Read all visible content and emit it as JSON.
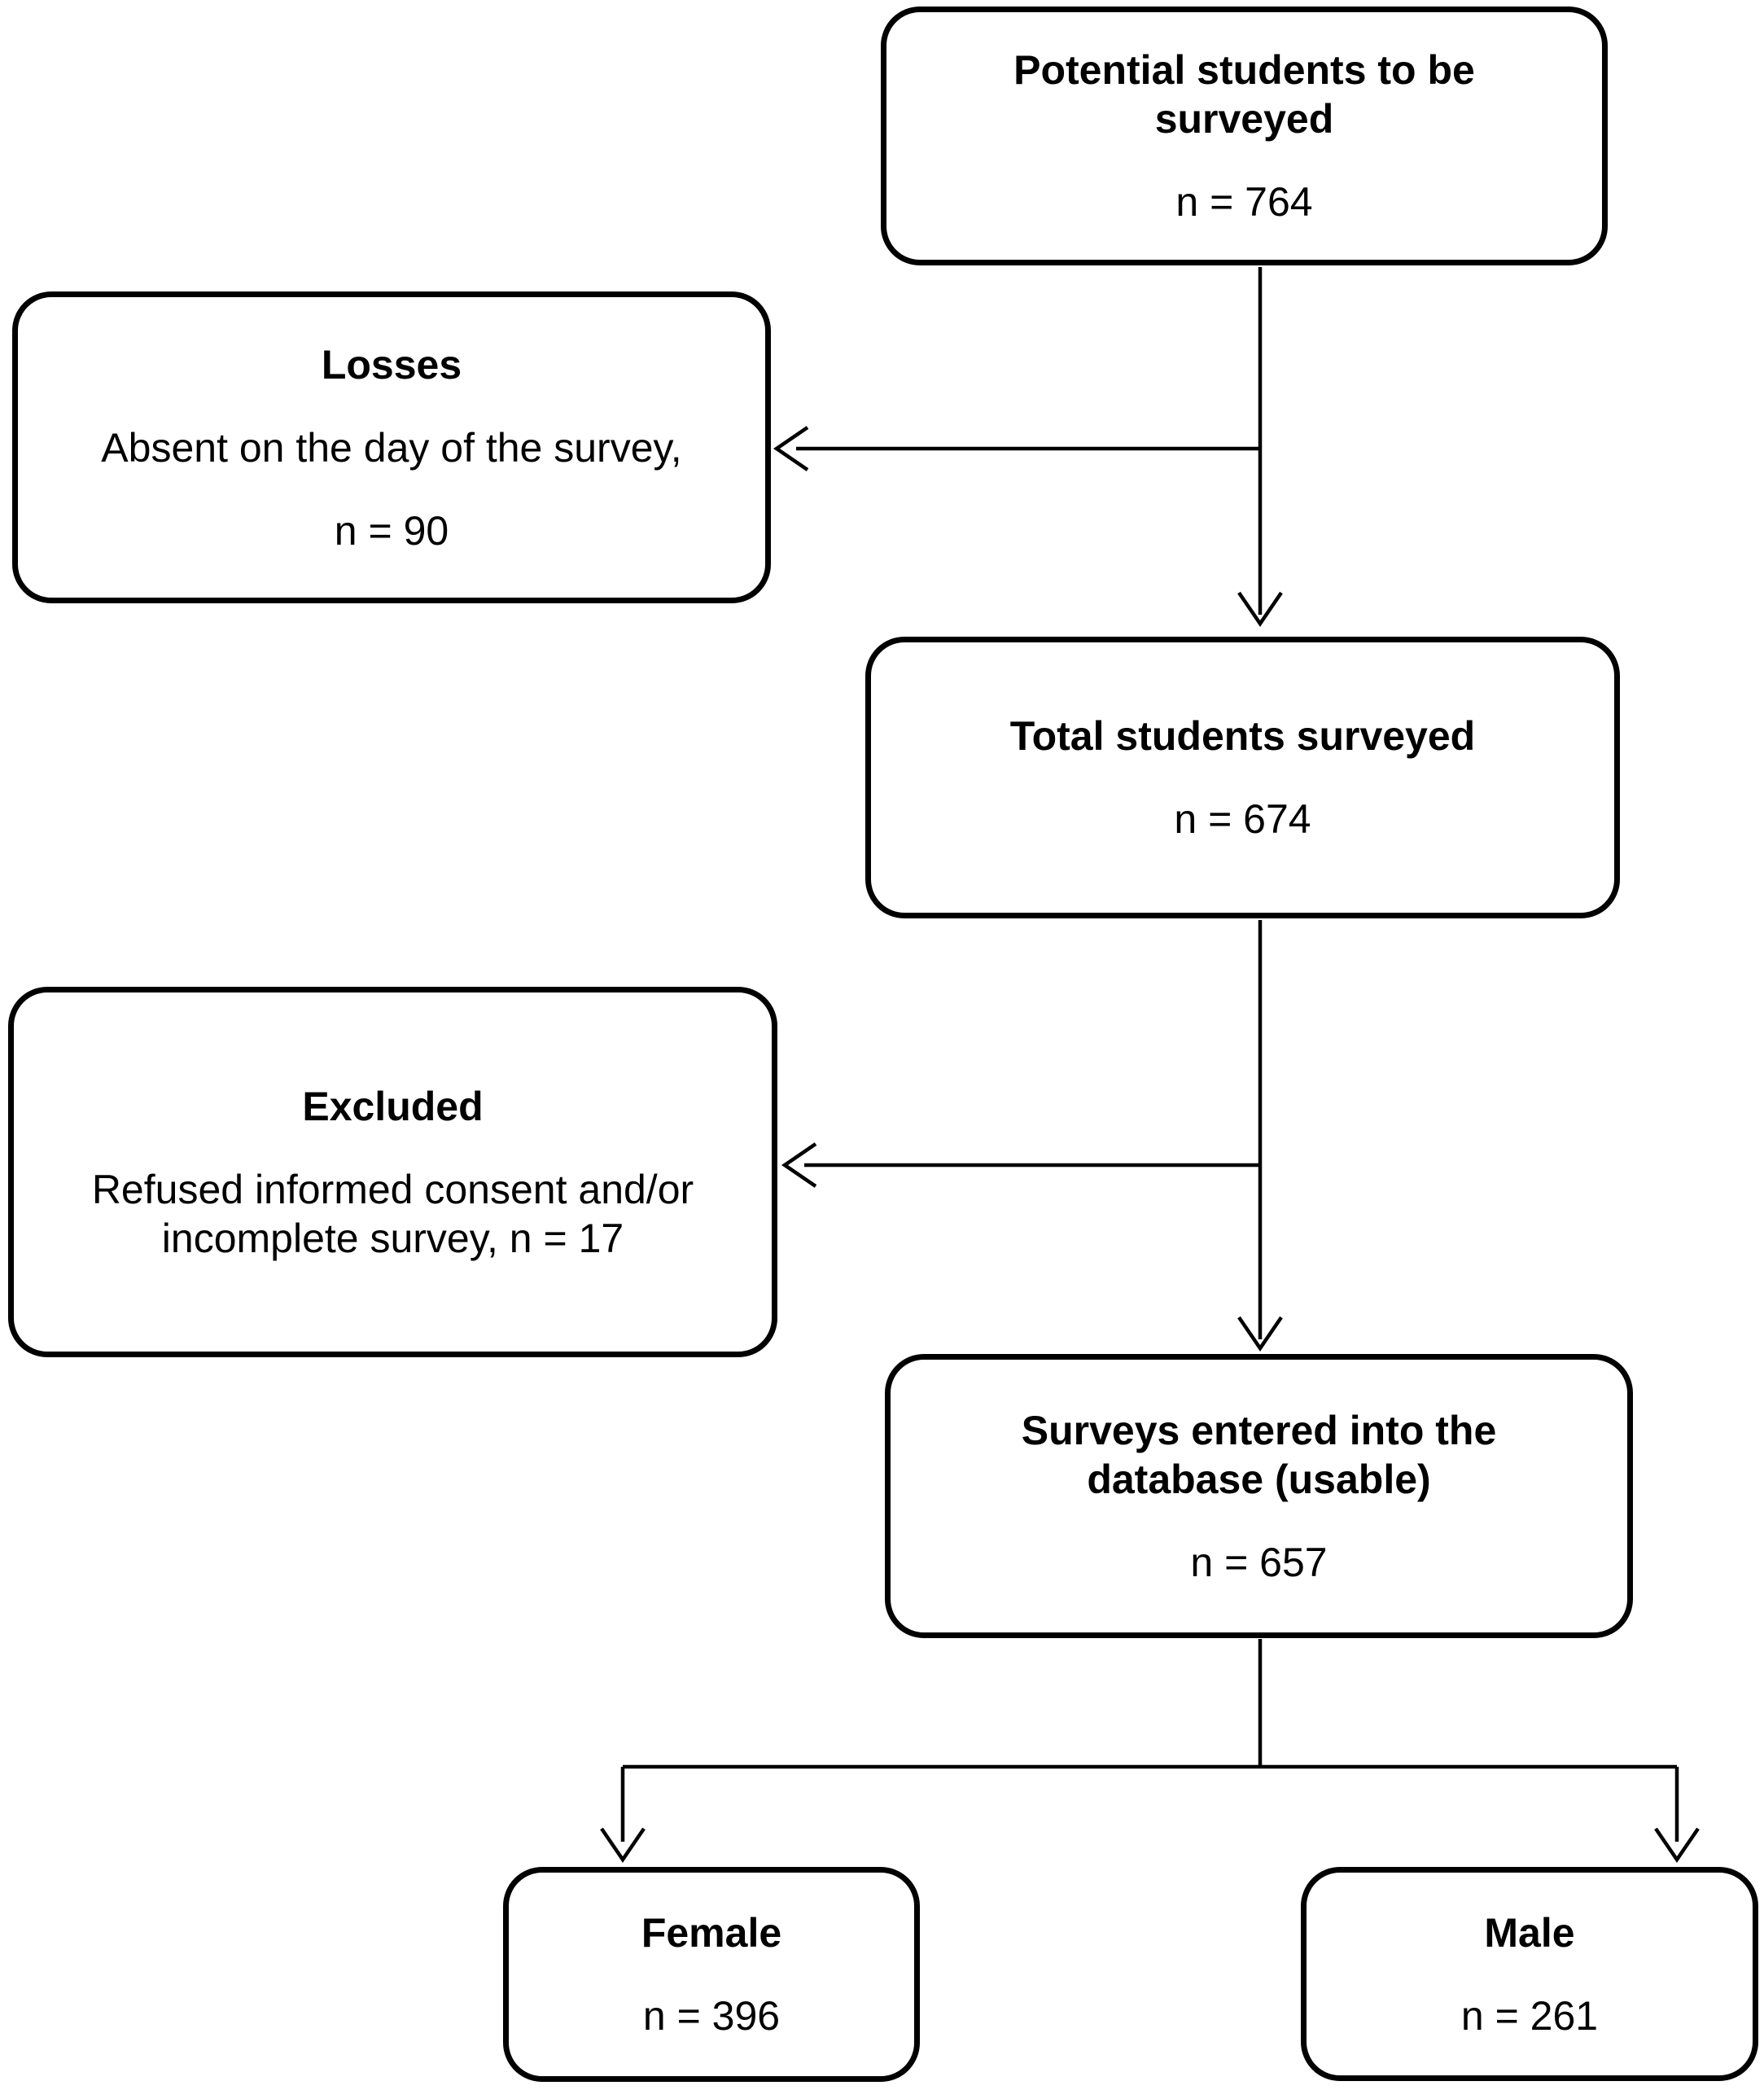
{
  "diagram": {
    "type": "flowchart",
    "background_color": "#ffffff",
    "line_color": "#000000",
    "text_color": "#000000",
    "nodes": {
      "potential": {
        "title": "Potential students to be\nsurveyed",
        "value": "n = 764"
      },
      "losses": {
        "title": "Losses",
        "description": "Absent on the day of the survey,",
        "value": "n = 90"
      },
      "total": {
        "title": "Total students surveyed",
        "value": "n = 674"
      },
      "excluded": {
        "title": "Excluded",
        "description": "Refused informed consent and/or\nincomplete survey, n = 17"
      },
      "database": {
        "title": "Surveys entered into the\ndatabase (usable)",
        "value": "n = 657"
      },
      "female": {
        "title": "Female",
        "value": "n = 396"
      },
      "male": {
        "title": "Male",
        "value": "n = 261"
      }
    },
    "edges": [
      {
        "from": "potential",
        "to": "total"
      },
      {
        "from": "potential-to-total-line",
        "to": "losses"
      },
      {
        "from": "total",
        "to": "database"
      },
      {
        "from": "total-to-database-line",
        "to": "excluded"
      },
      {
        "from": "database",
        "to": "female"
      },
      {
        "from": "database",
        "to": "male"
      }
    ]
  }
}
